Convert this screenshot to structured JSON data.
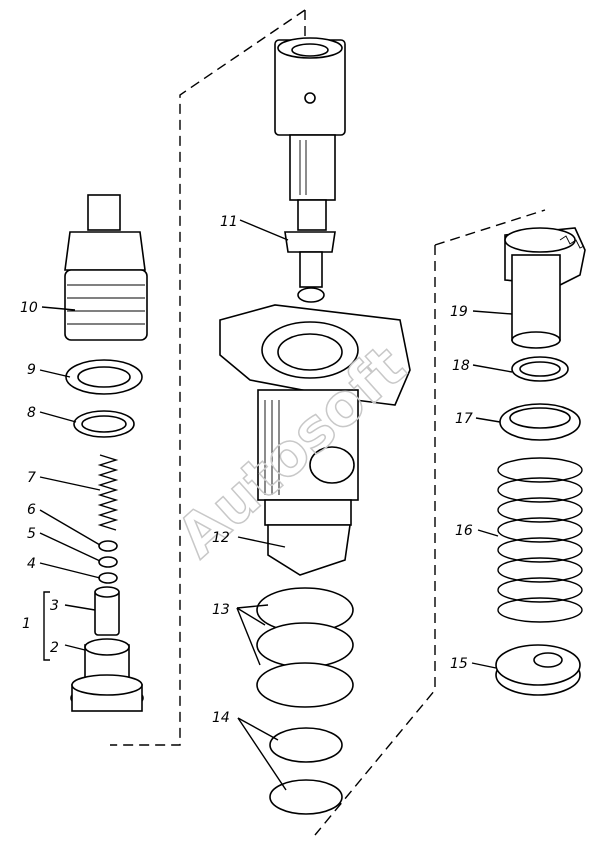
{
  "watermark": "Autosoft",
  "labels": {
    "l1": "1",
    "l2": "2",
    "l3": "3",
    "l4": "4",
    "l5": "5",
    "l6": "6",
    "l7": "7",
    "l8": "8",
    "l9": "9",
    "l10": "10",
    "l11": "11",
    "l12": "12",
    "l13": "13",
    "l14": "14",
    "l15": "15",
    "l16": "16",
    "l17": "17",
    "l18": "18",
    "l19": "19"
  }
}
